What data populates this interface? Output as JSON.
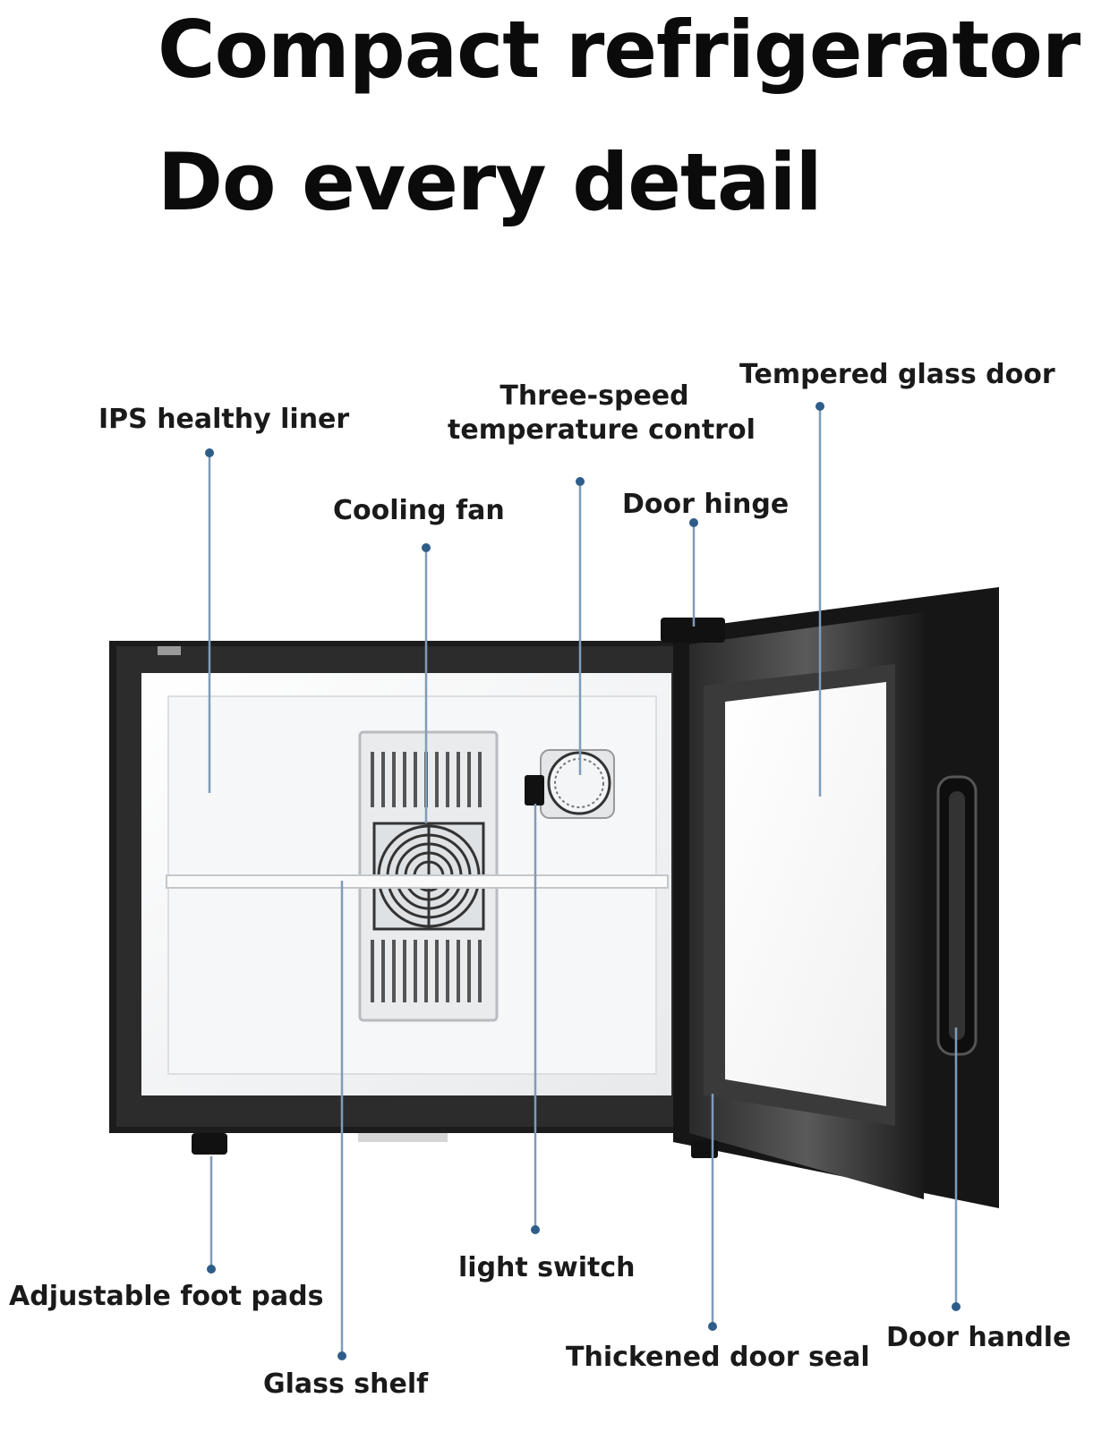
{
  "title_line1": "Compact refrigerator",
  "title_line2": "Do every detail",
  "labels": {
    "ips_liner": "IPS healthy liner",
    "cooling_fan": "Cooling fan",
    "temp_control_line1": "Three-speed",
    "temp_control_line2": "temperature control",
    "door_hinge": "Door hinge",
    "glass_door": "Tempered glass door",
    "foot_pads": "Adjustable foot pads",
    "glass_shelf": "Glass shelf",
    "light_switch": "light switch",
    "door_seal": "Thickened door seal",
    "door_handle": "Door handle"
  },
  "colors": {
    "leader_line": "#7f9cb8",
    "leader_dot": "#2f5d8a",
    "cabinet": "#1c1c1c",
    "liner": "#f3f4f5"
  }
}
